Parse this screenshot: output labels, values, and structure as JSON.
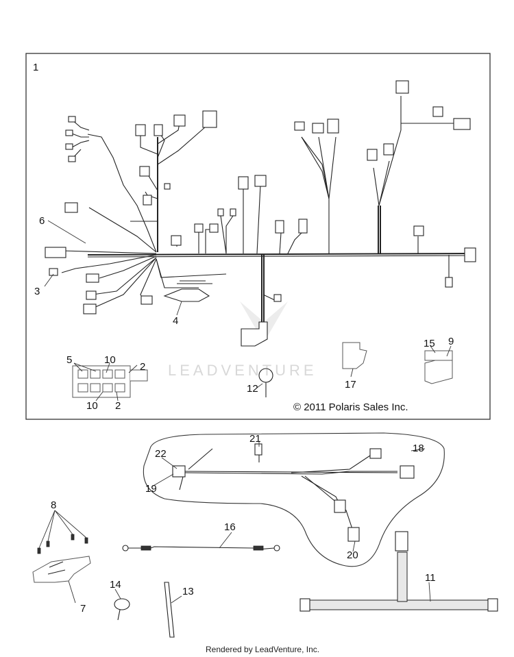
{
  "copyright": "© 2011 Polaris Sales Inc.",
  "footer": "Rendered by LeadVenture, Inc.",
  "watermark": "LEADVENTURE",
  "callouts": {
    "c1": "1",
    "c2a": "2",
    "c2b": "2",
    "c3": "3",
    "c4": "4",
    "c5": "5",
    "c6": "6",
    "c7": "7",
    "c8": "8",
    "c9": "9",
    "c10a": "10",
    "c10b": "10",
    "c11": "11",
    "c12": "12",
    "c13": "13",
    "c14": "14",
    "c15": "15",
    "c16": "16",
    "c17": "17",
    "c18": "18",
    "c19": "19",
    "c20": "20",
    "c21": "21",
    "c22": "22"
  }
}
